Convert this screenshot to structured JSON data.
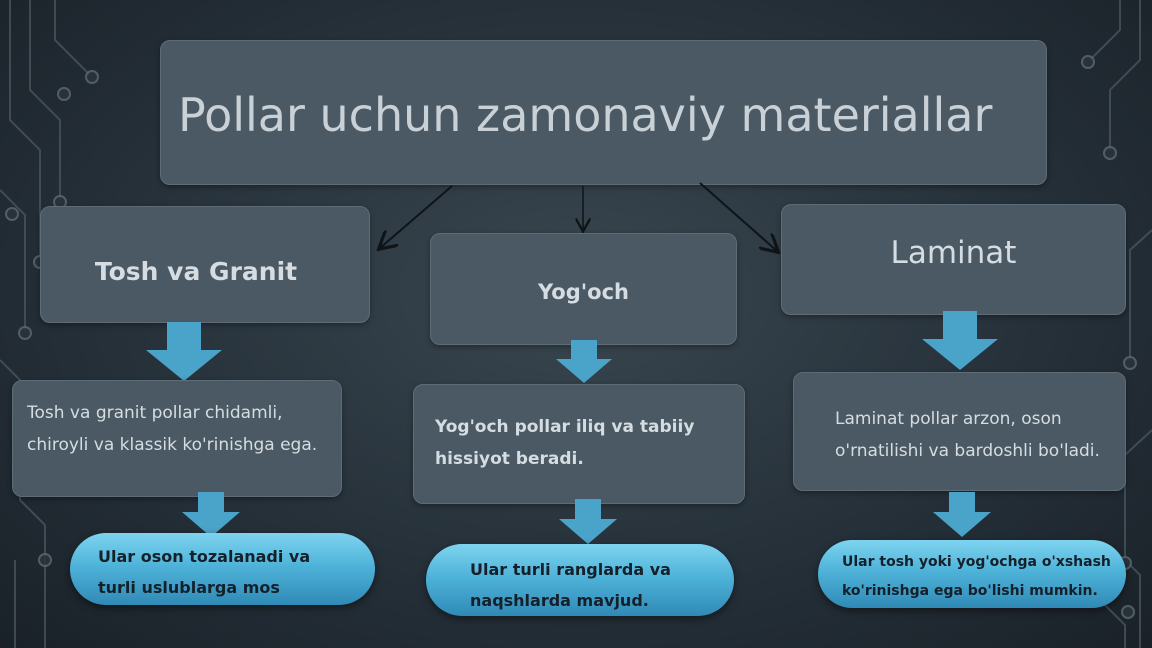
{
  "title": "Pollar uchun zamonaviy materiallar",
  "columns": [
    {
      "heading": "Tosh va Granit",
      "description_lines": [
        "Tosh va granit pollar chidamli,",
        "chiroyli va klassik ko'rinishga ega."
      ],
      "pill_lines": [
        "Ular oson tozalanadi va",
        "turli uslublarga mos"
      ]
    },
    {
      "heading": "Yog'och",
      "description_lines": [
        "Yog'och pollar iliq va tabiiy",
        "hissiyot beradi."
      ],
      "pill_lines": [
        "Ular turli ranglarda va",
        "naqshlarda mavjud."
      ]
    },
    {
      "heading": "Laminat",
      "description_lines": [
        "Laminat pollar arzon, oson",
        "o'rnatilishi va bardoshli bo'ladi."
      ],
      "pill_lines": [
        "Ular tosh yoki yog'ochga o'xshash",
        "ko'rinishga ega bo'lishi mumkin."
      ]
    }
  ],
  "colors": {
    "box_fill": "#4a5963",
    "pill_blue": "#4fb3d9",
    "arrow_blue": "#4aa3c8",
    "background": "#26313a"
  }
}
